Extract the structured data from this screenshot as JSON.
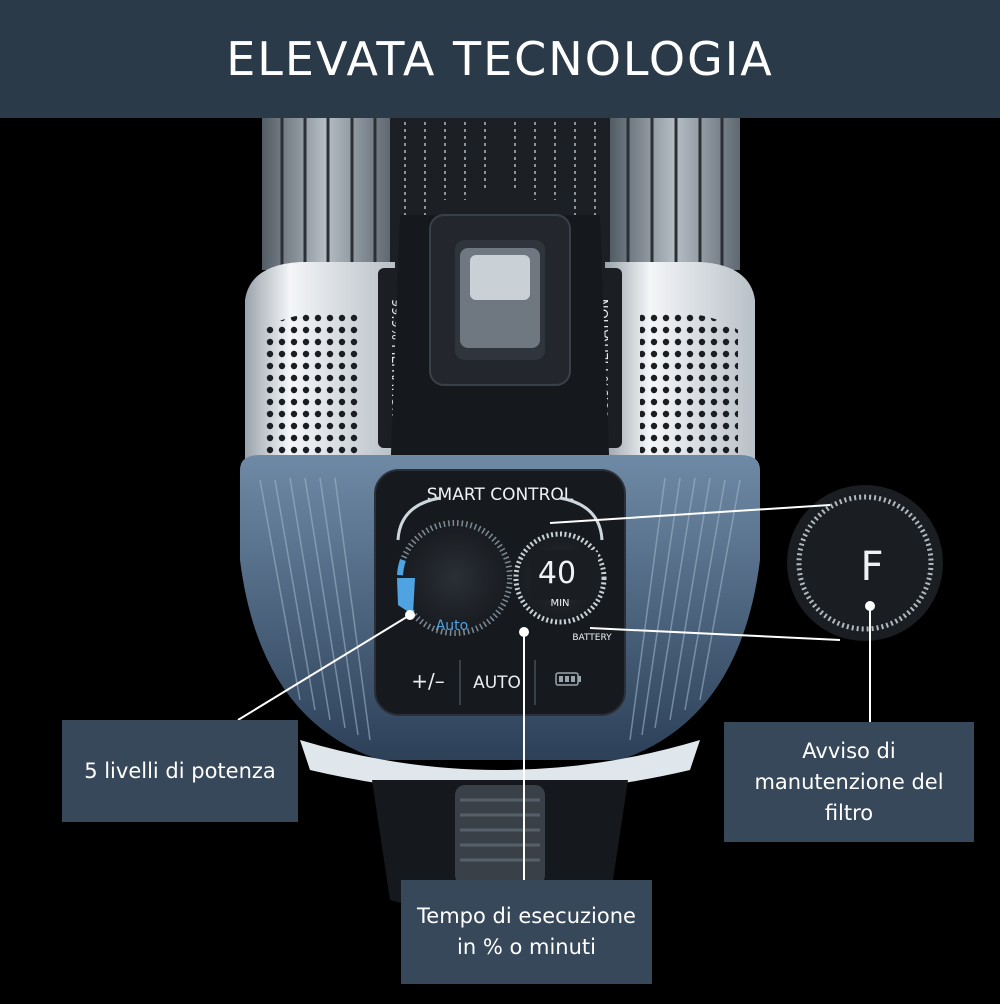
{
  "header": {
    "title": "ELEVATA TECNOLOGIA"
  },
  "device": {
    "filtration_left": "99.9% FILTRATION",
    "filtration_right": "99.9% FILTRATION",
    "smart_control": "SMART CONTROL",
    "mode_label": "Auto",
    "runtime_value": "40",
    "runtime_unit": "MIN",
    "battery_label": "BATTERY",
    "buttons": {
      "plus_minus": "+/–",
      "auto": "AUTO"
    },
    "filter_indicator": "F",
    "accent_color": "#4fa3e0"
  },
  "callouts": {
    "power_levels": "5 livelli di potenza",
    "filter_warning": "Avviso di manutenzione del filtro",
    "runtime": "Tempo di esecuzione in % o minuti"
  }
}
